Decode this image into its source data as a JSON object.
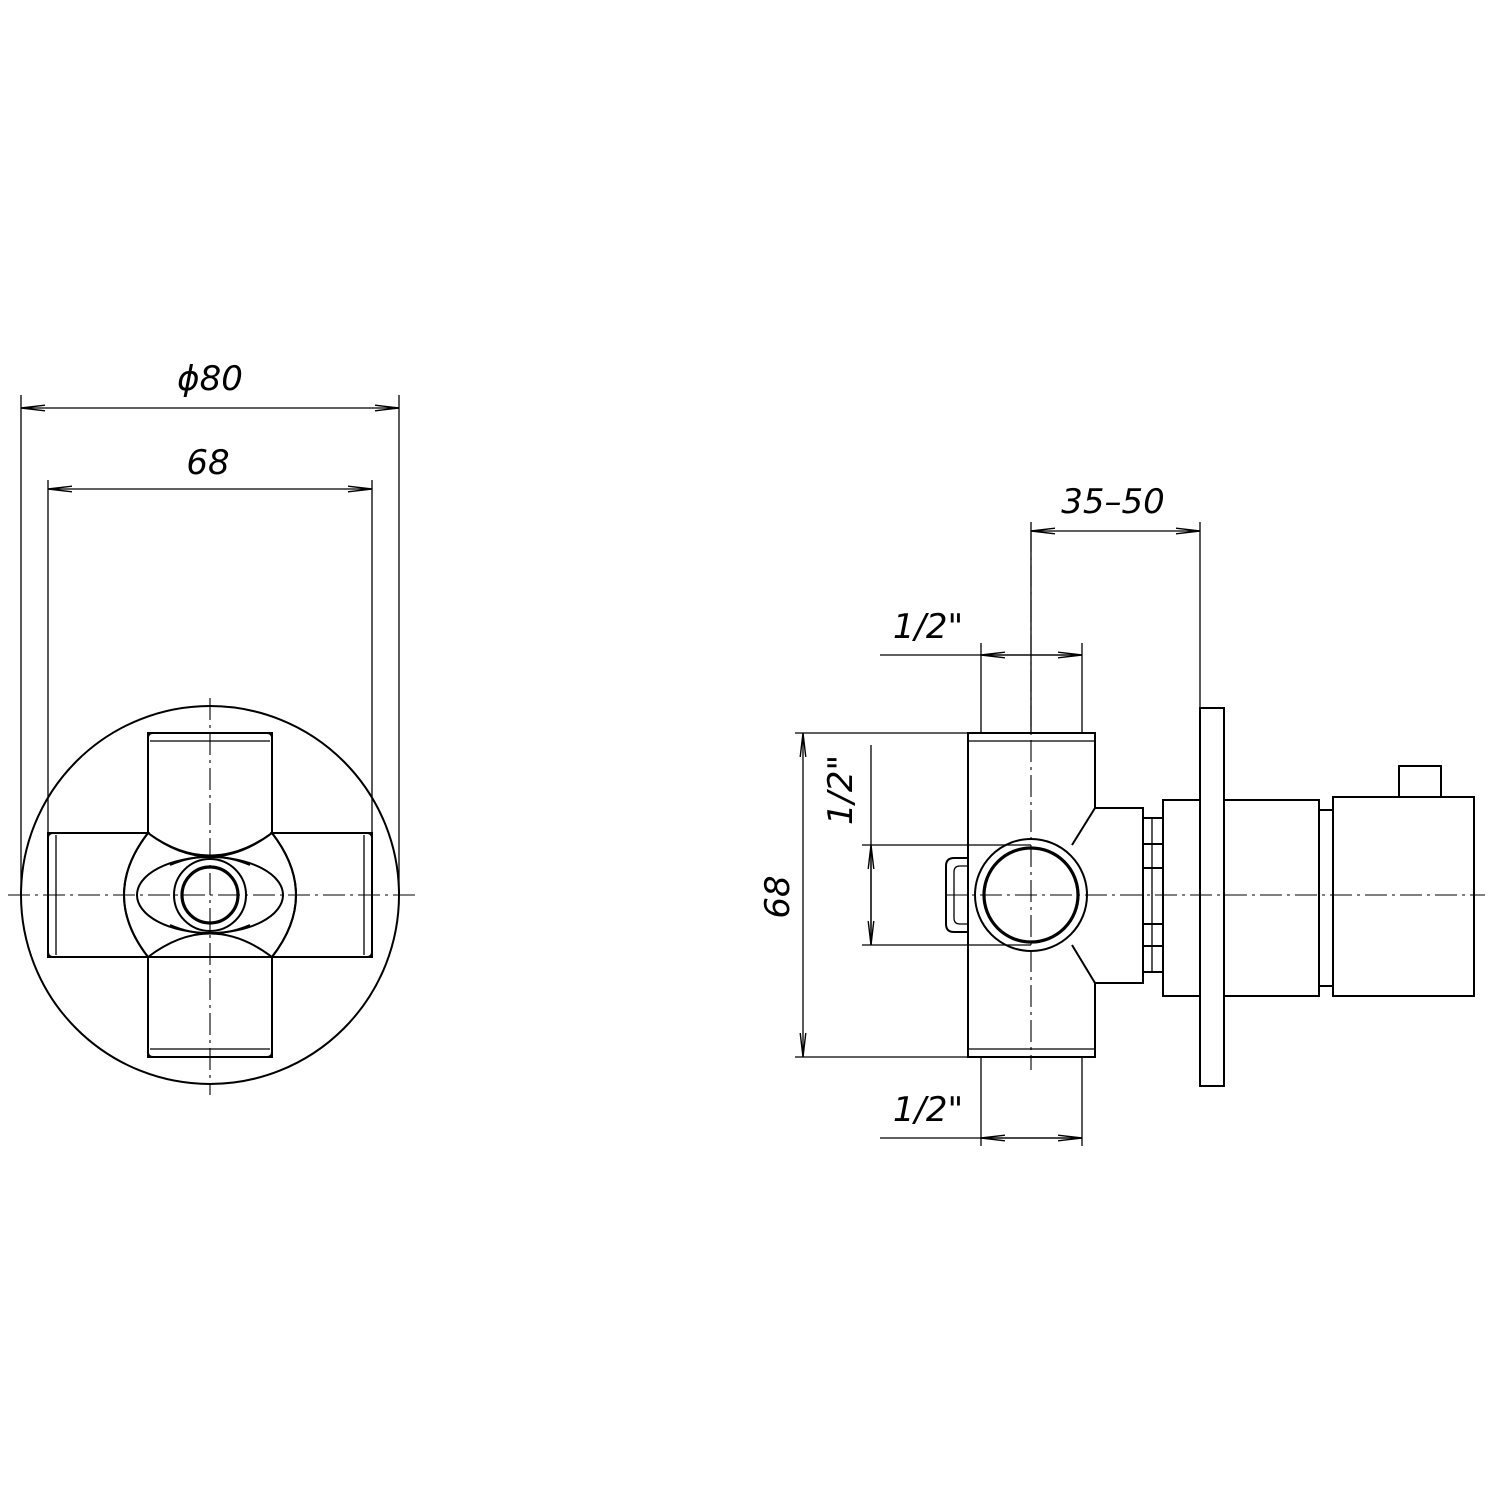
{
  "dimensions": {
    "front_outer_diameter": "ϕ80",
    "front_handle_span": "68",
    "side_depth_range": "35–50",
    "side_top_port": "1/2\"",
    "side_vertical_port": "1/2\"",
    "side_height": "68",
    "side_bottom_port": "1/2\""
  },
  "colors": {
    "line": "#000000",
    "background": "#ffffff"
  }
}
